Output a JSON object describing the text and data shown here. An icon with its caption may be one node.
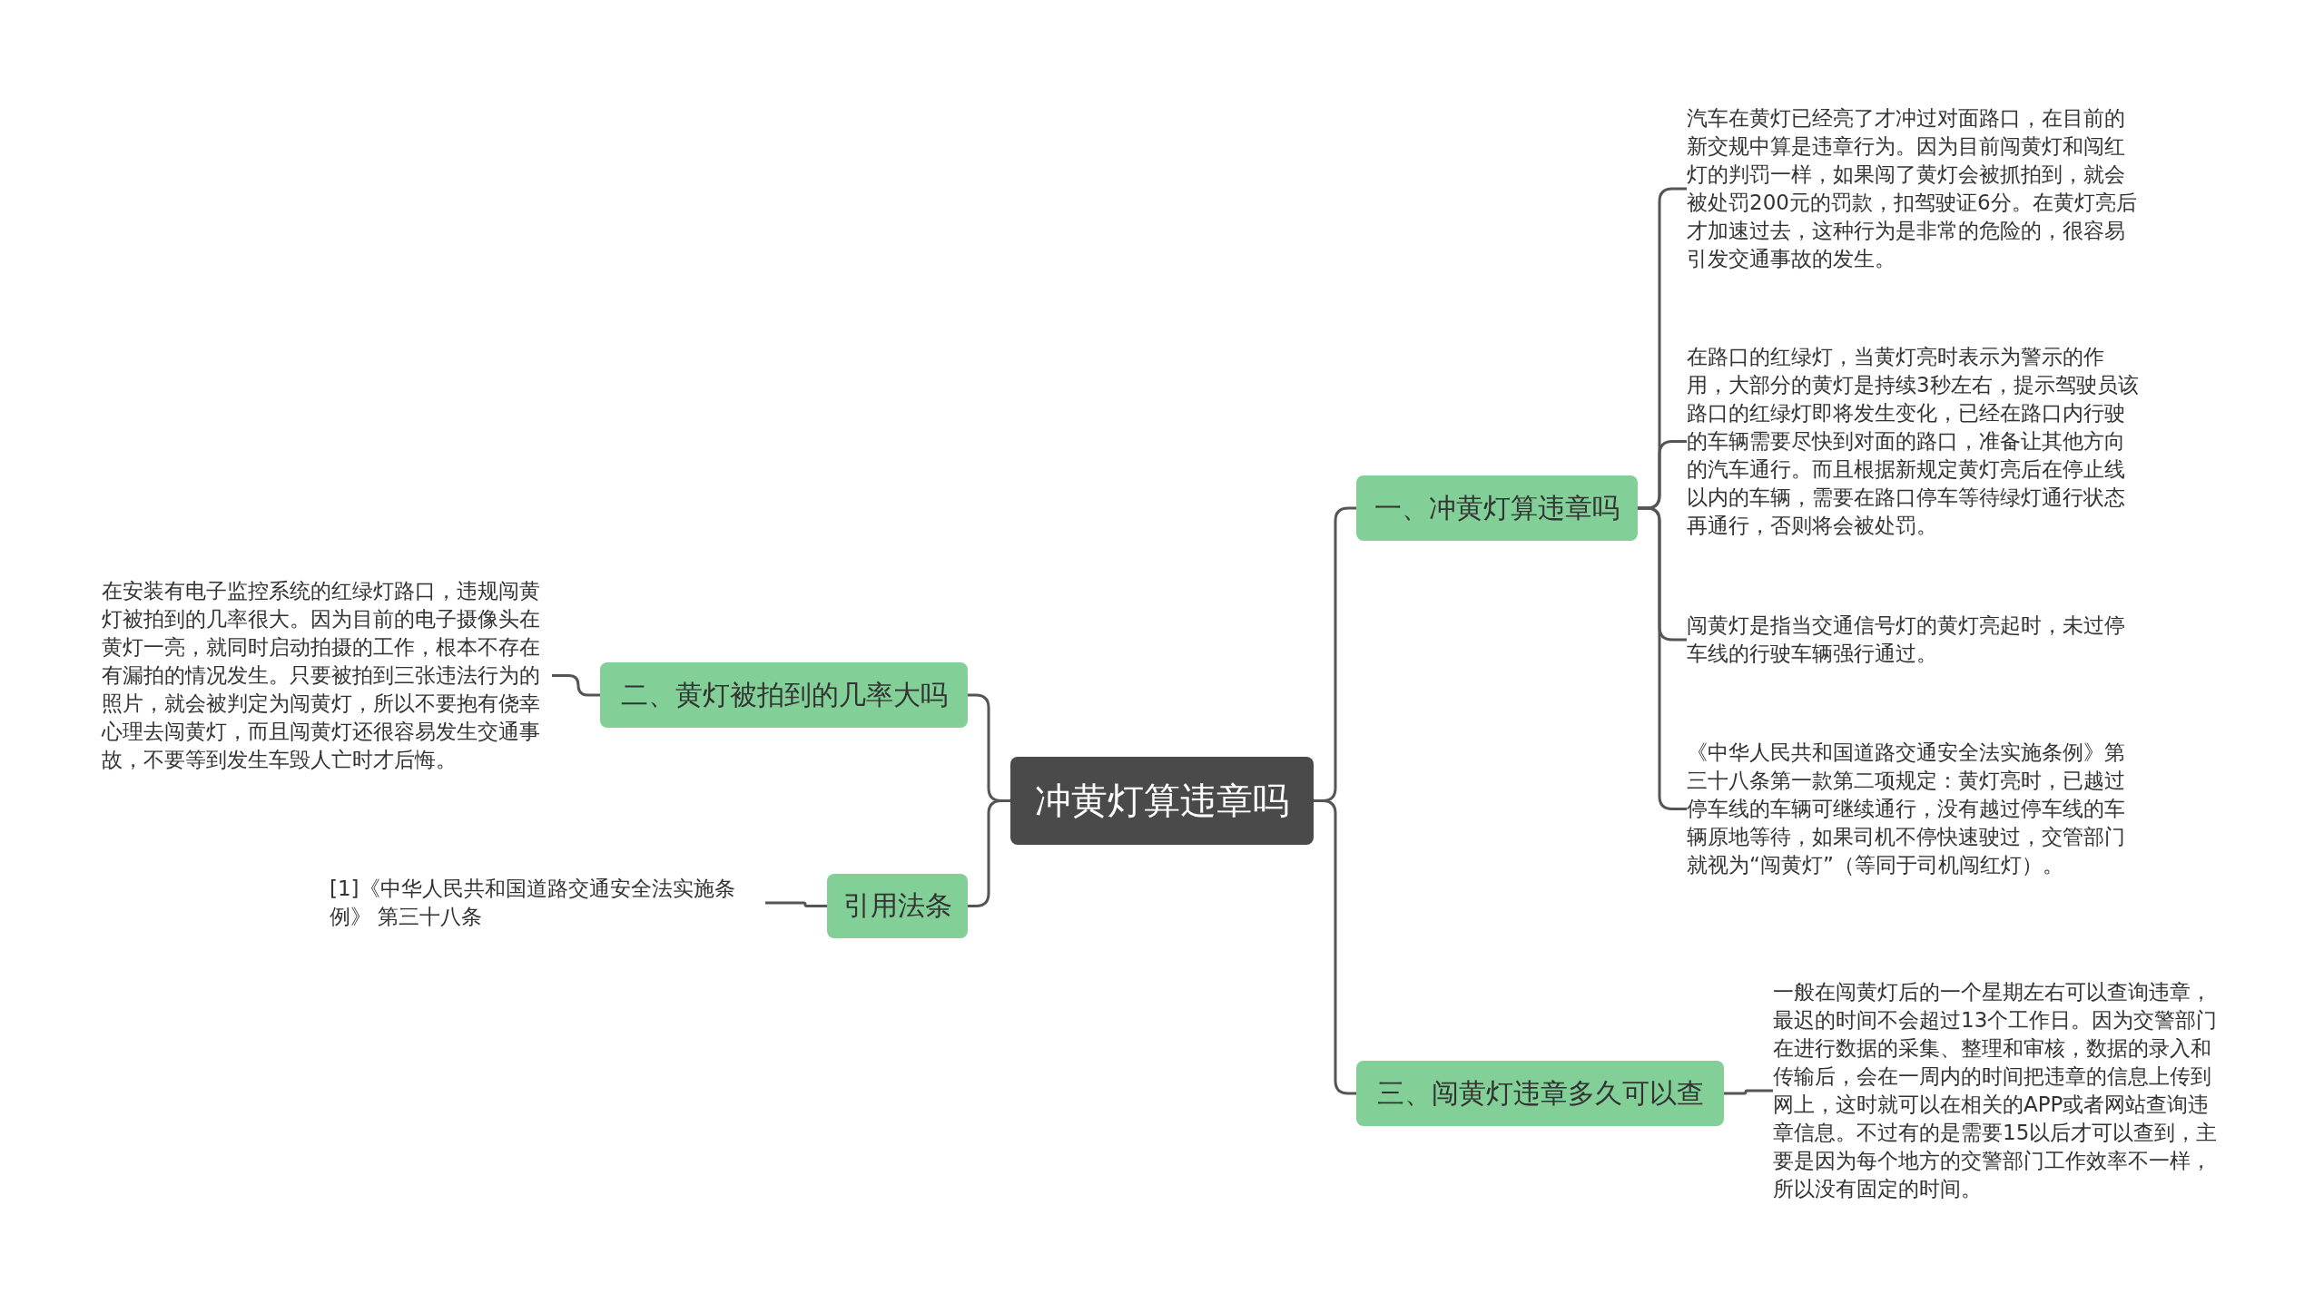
{
  "diagram": {
    "nodes": [
      {
        "text": [
          "冲黄灯算违章吗"
        ]
      },
      {
        "text": [
          "一、冲黄灯算违章吗"
        ]
      },
      {
        "text": [
          "汽车在黄灯已经亮了才冲过对面路口，在目前的新交规中算是违章行为。因为目前闯黄灯和闯红灯的判罚一样，如果闯了黄灯会被抓拍到，就会被处罚200元的罚款，扣驾驶证6分。在黄灯亮后才加速过去，这种行为是非常的危险的，很容易引发交通事故的发生。"
        ]
      },
      {
        "text": [
          "在路口的红绿灯，当黄灯亮时表示为警示的作用，大部分的黄灯是持续3秒左右，提示驾驶员该路口的红绿灯即将发生变化，已经在路口内行驶的车辆需要尽快到对面的路口，准备让其他方向的汽车通行。而且根据新规定黄灯亮后在停止线以内的车辆，需要在路口停车等待绿灯通行状态再通行，否则将会被处罚。"
        ]
      },
      {
        "text": [
          "闯黄灯是指当交通信号灯的黄灯亮起时，未过停车线的行驶车辆强行通过。"
        ]
      },
      {
        "text": [
          "《中华人民共和国道路交通安全法实施条例》第三十八条第一款第二项规定：黄灯亮时，已越过停车线的车辆可继续通行，没有越过停车线的车辆原地等待，如果司机不停快速驶过，交管部门就视为“闯黄灯”（等同于司机闯红灯）。"
        ]
      },
      {
        "text": [
          "三、闯黄灯违章多久可以查"
        ]
      },
      {
        "text": [
          "一般在闯黄灯后的一个星期左右可以查询违章，最迟的时间不会超过13个工作日。因为交警部门在进行数据的采集、整理和审核，数据的录入和传输后，会在一周内的时间把违章的信息上传到网上，这时就可以在相关的APP或者网站查询违章信息。不过有的是需要15以后才可以查到，主要是因为每个地方的交警部门工作效率不一样，所以没有固定的时间。"
        ]
      },
      {
        "text": [
          "二、黄灯被拍到的几率大吗"
        ]
      },
      {
        "text": [
          "在安装有电子监控系统的红绿灯路口，违规闯黄灯被拍到的几率很大。因为目前的电子摄像头在黄灯一亮，就同时启动拍摄的工作，根本不存在有漏拍的情况发生。只要被拍到三张违法行为的照片，就会被判定为闯黄灯，所以不要抱有侥幸心理去闯黄灯，而且闯黄灯还很容易发生交通事故，不要等到发生车毁人亡时才后悔。"
        ]
      },
      {
        "text": [
          "引用法条"
        ]
      },
      {
        "text": [
          "[1]《中华人民共和国道路交通安全法实施条例》 第三十八条"
        ]
      }
    ],
    "edges": [
      {
        "from": 0,
        "to": 1,
        "arrow": "none"
      },
      {
        "from": 0,
        "to": 6,
        "arrow": "none"
      },
      {
        "from": 0,
        "to": 8,
        "arrow": "none"
      },
      {
        "from": 0,
        "to": 10,
        "arrow": "none"
      },
      {
        "from": 1,
        "to": 2,
        "arrow": "none"
      },
      {
        "from": 1,
        "to": 3,
        "arrow": "none"
      },
      {
        "from": 1,
        "to": 4,
        "arrow": "none"
      },
      {
        "from": 1,
        "to": 5,
        "arrow": "none"
      },
      {
        "from": 6,
        "to": 7,
        "arrow": "none"
      },
      {
        "from": 8,
        "to": 9,
        "arrow": "none"
      },
      {
        "from": 10,
        "to": 11,
        "arrow": "none"
      }
    ]
  }
}
